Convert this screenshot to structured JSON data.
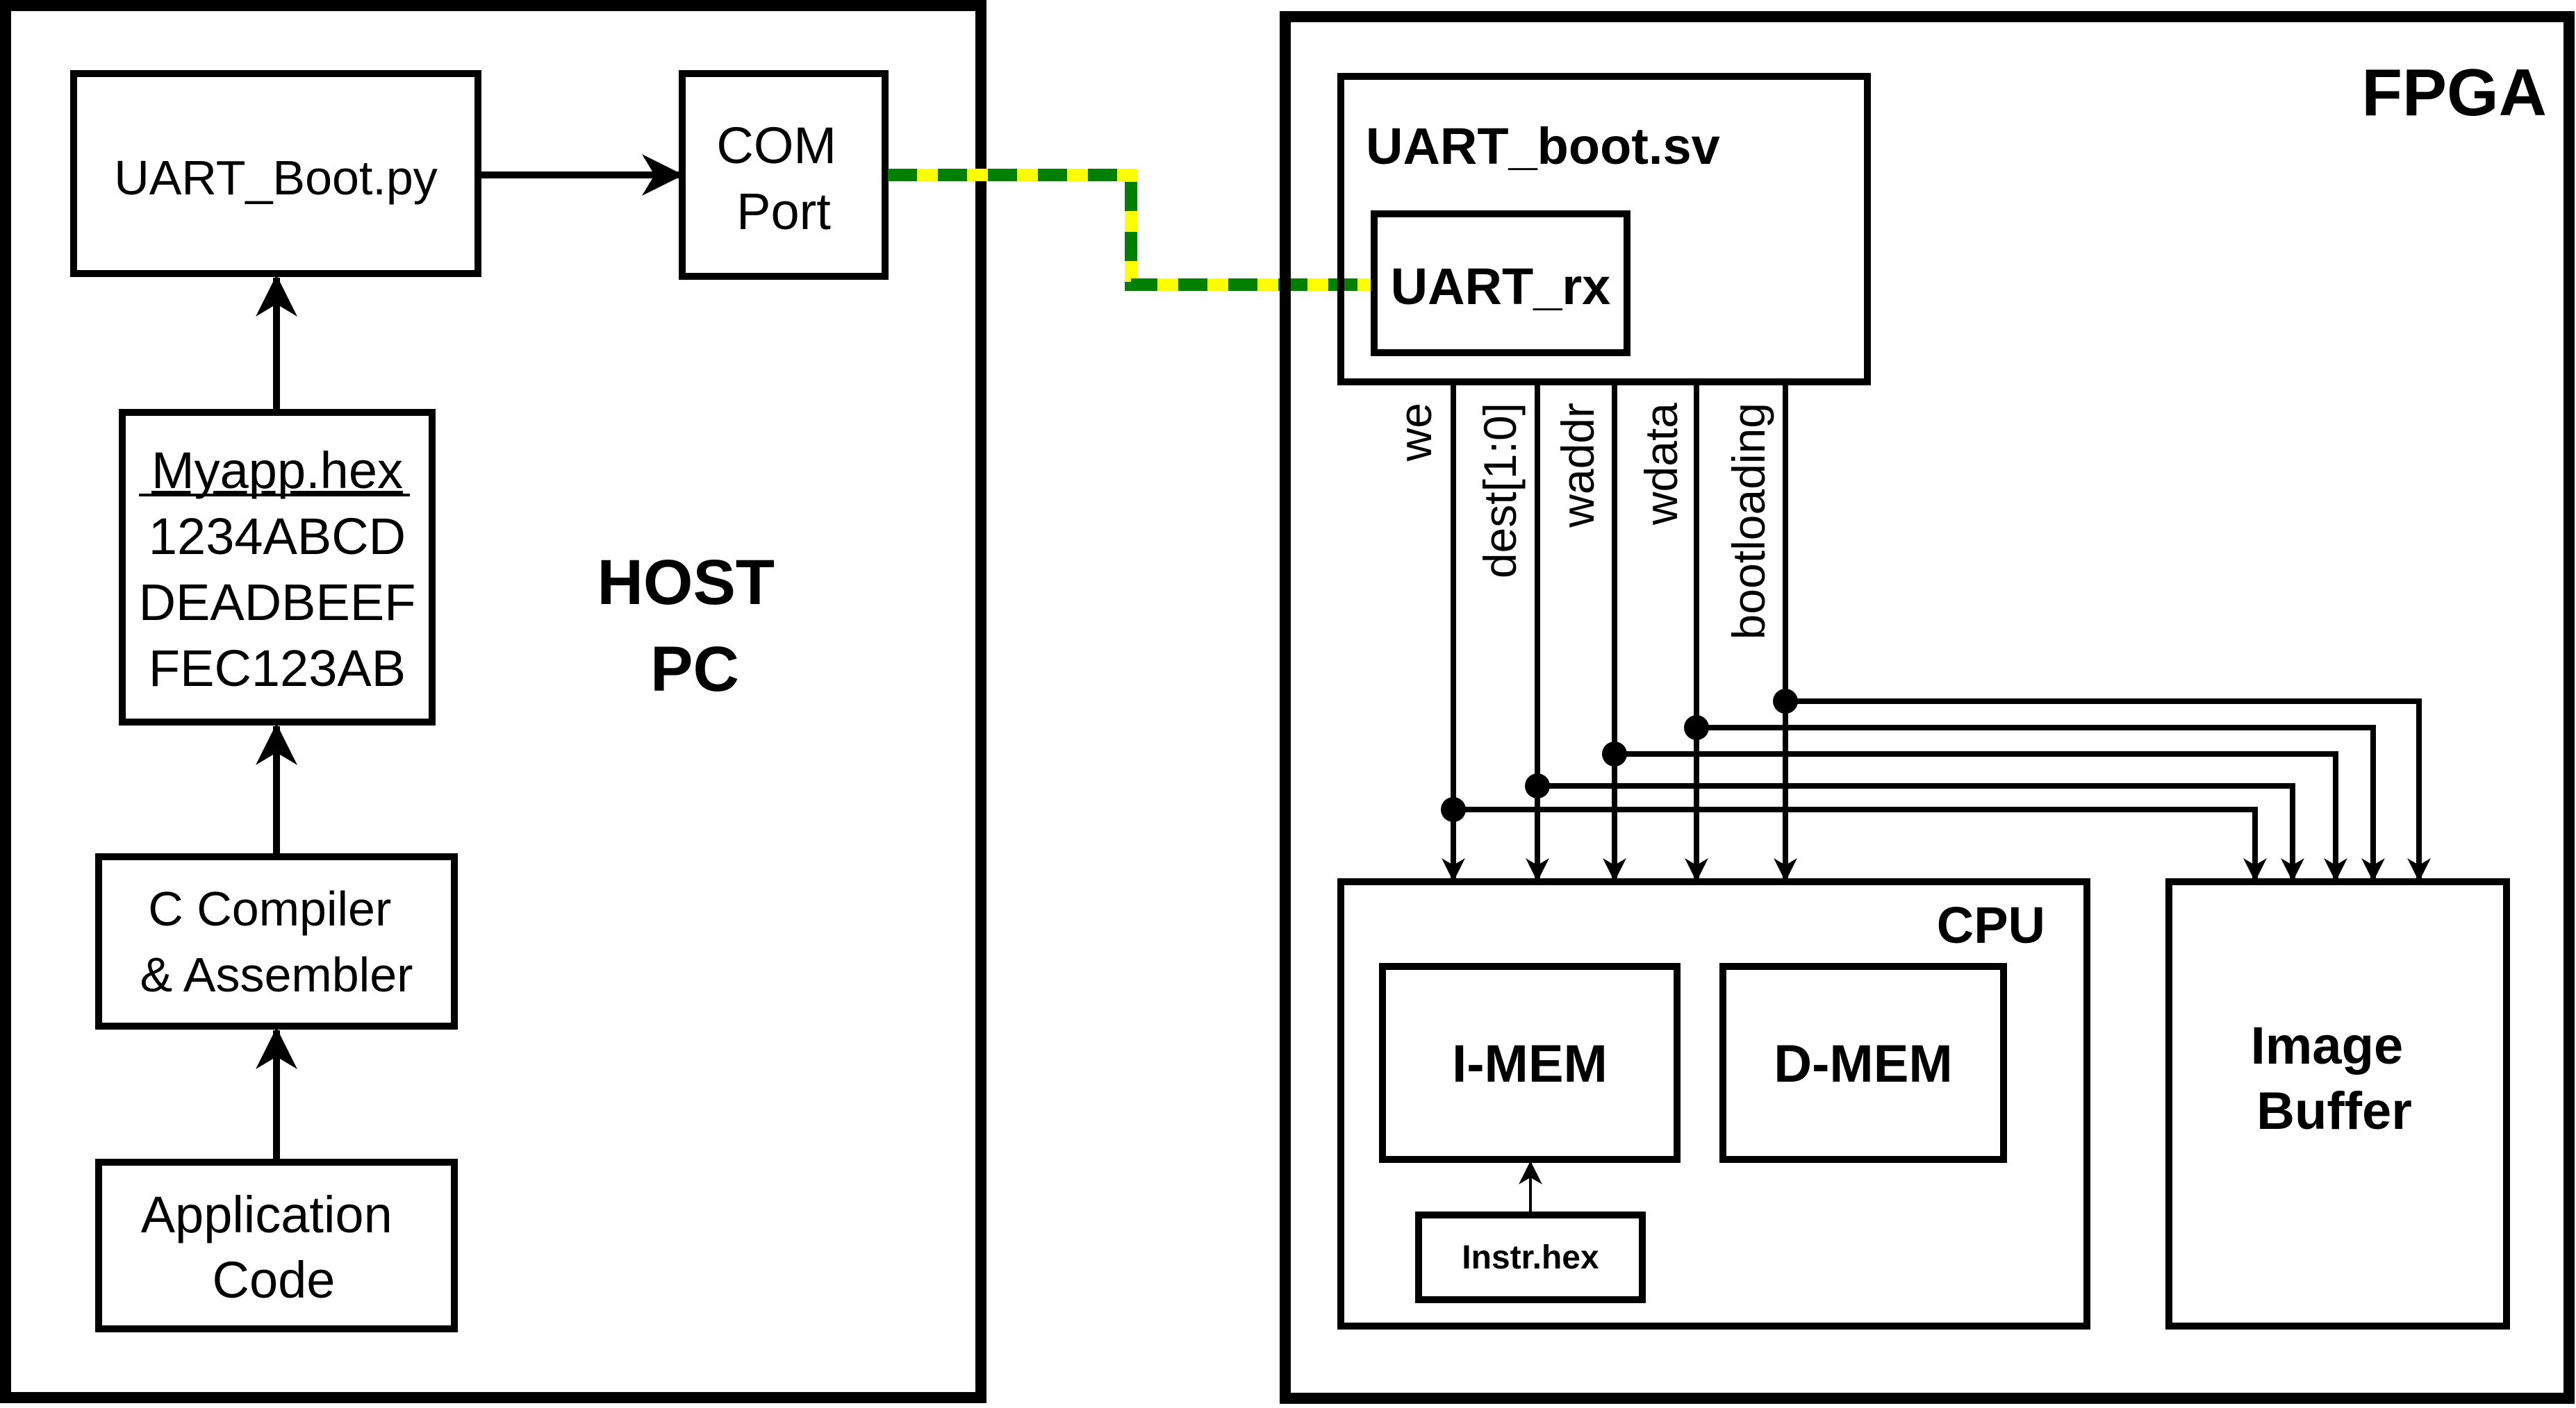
{
  "host": {
    "title_line1": "HOST",
    "title_line2": "PC",
    "uart_boot_py": "UART_Boot.py",
    "com_port_line1": "COM",
    "com_port_line2": "Port",
    "hex_file": {
      "title": "Myapp.hex",
      "lines": [
        "1234ABCD",
        "DEADBEEF",
        "FEC123AB"
      ]
    },
    "compiler_line1": "C Compiler",
    "compiler_line2": "& Assembler",
    "app_code_line1": "Application",
    "app_code_line2": "Code"
  },
  "fpga": {
    "title": "FPGA",
    "uart_boot_sv": "UART_boot.sv",
    "uart_rx": "UART_rx",
    "signals": [
      "we",
      "dest[1:0]",
      "waddr",
      "wdata",
      "bootloading"
    ],
    "cpu": "CPU",
    "imem": "I-MEM",
    "dmem": "D-MEM",
    "instr_hex": "Instr.hex",
    "image_buffer_line1": "Image",
    "image_buffer_line2": "Buffer"
  },
  "colors": {
    "serial_link_a": "#ffff00",
    "serial_link_b": "#008000",
    "stroke": "#000000"
  }
}
